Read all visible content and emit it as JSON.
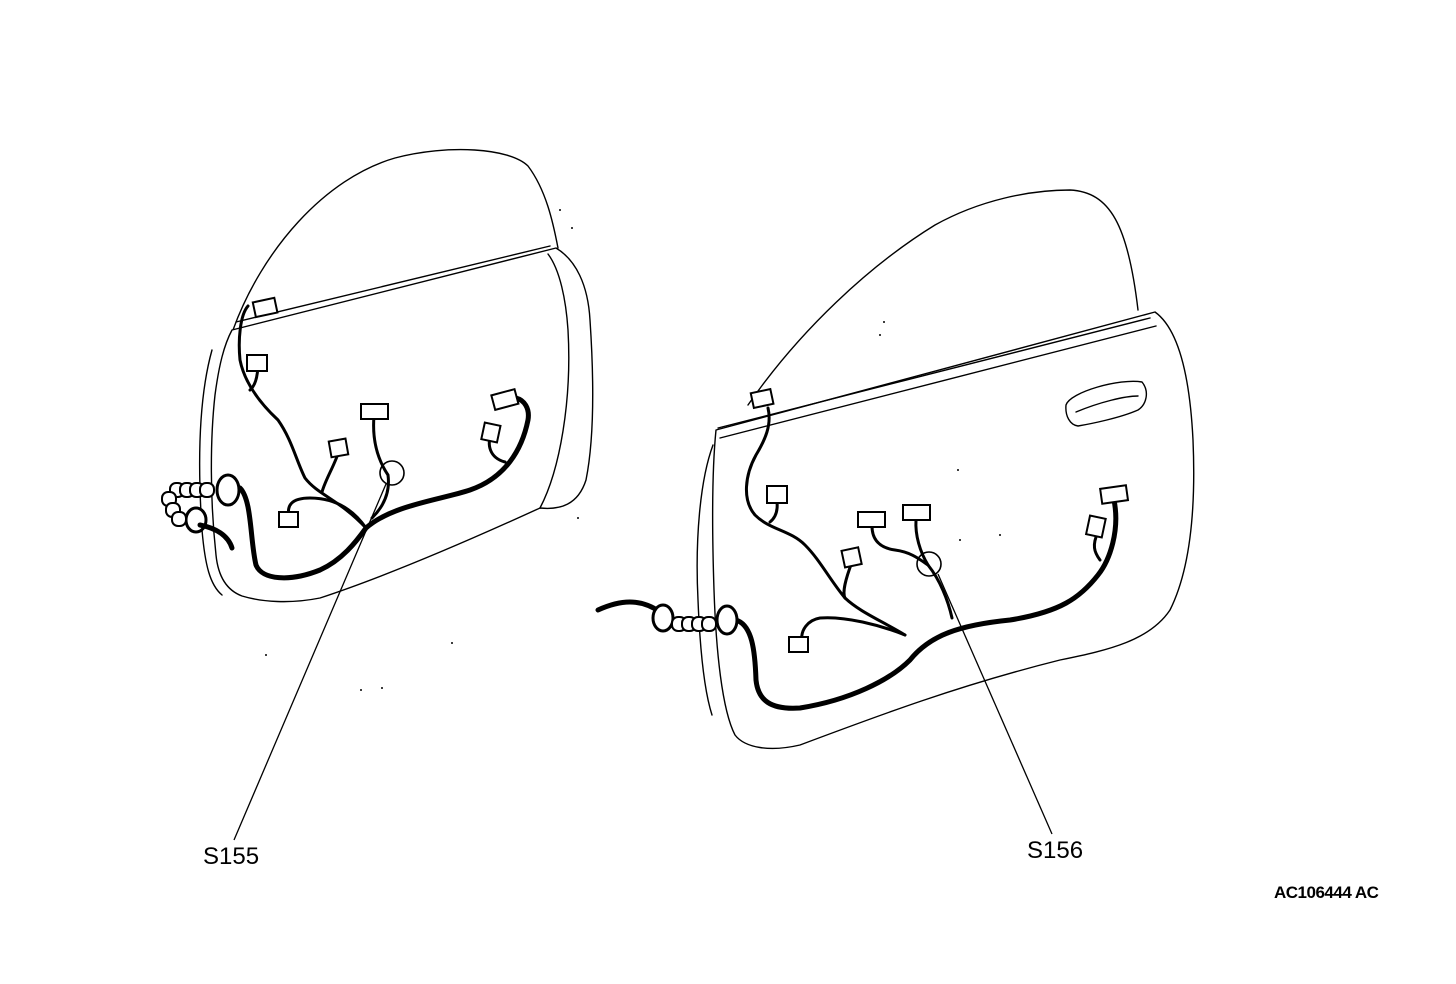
{
  "diagram": {
    "splices": [
      {
        "id": "S155",
        "door": "left-door"
      },
      {
        "id": "S156",
        "door": "right-door"
      }
    ],
    "figure_code": "AC106444 AC"
  },
  "colors": {
    "line": "#000000",
    "background": "#ffffff"
  }
}
